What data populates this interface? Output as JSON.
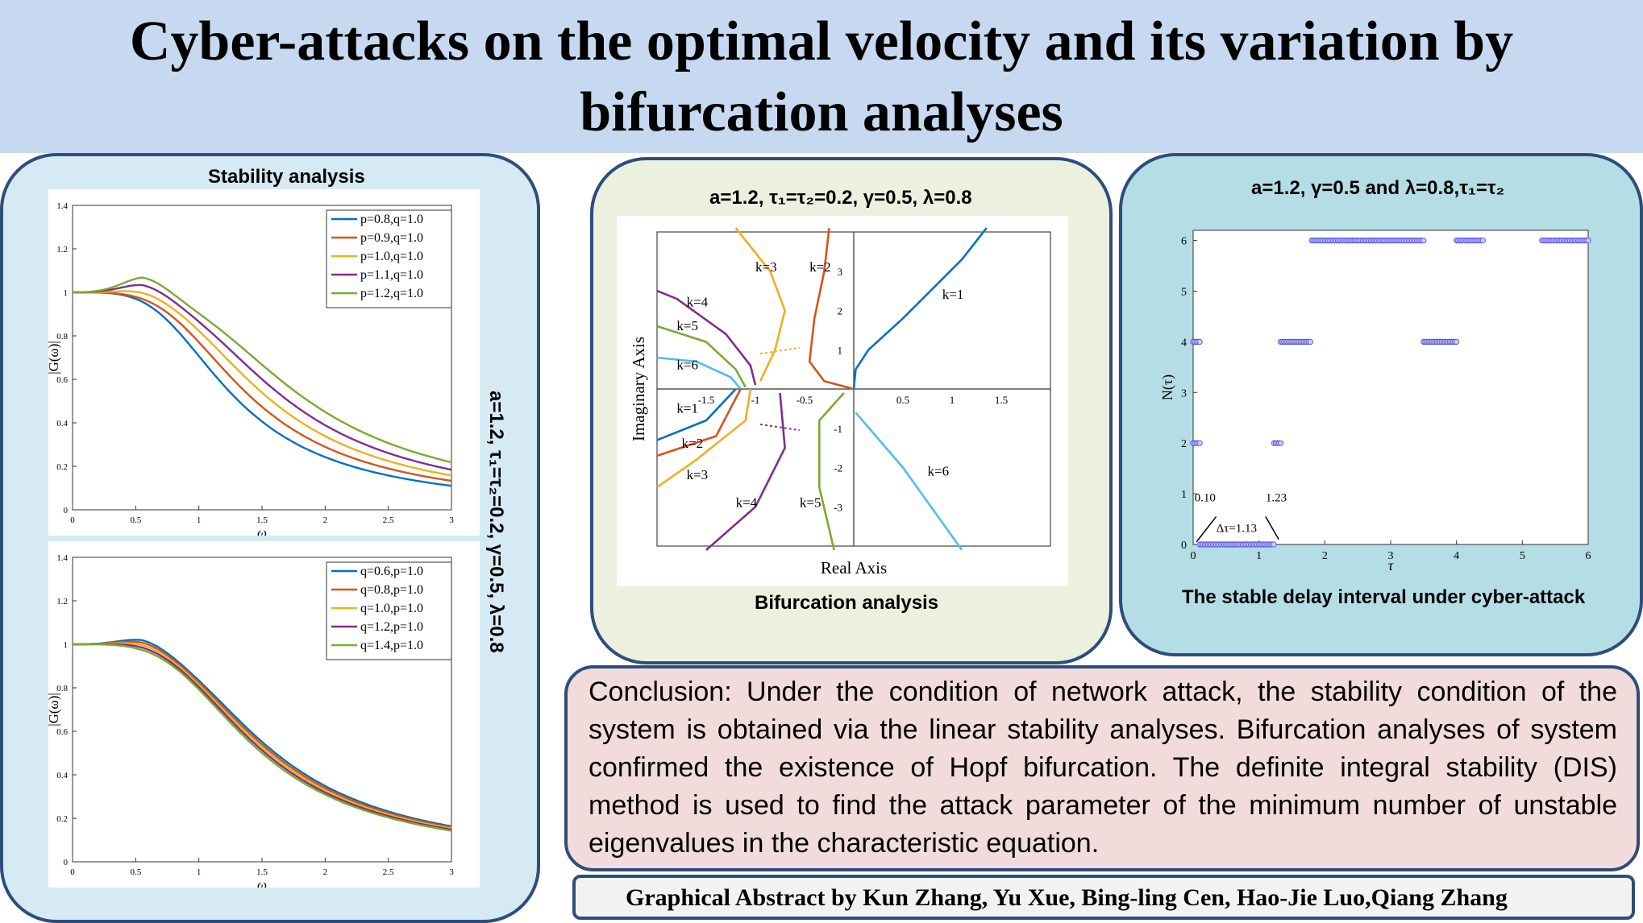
{
  "title": "Cyber-attacks on the optimal velocity and its variation by bifurcation analyses",
  "stability": {
    "heading": "Stability analysis",
    "side_label": "a=1.2, τ₁=τ₂=0.2, γ=0.5, λ=0.8",
    "top_chart": {
      "ylabel": "|G(ω)|",
      "xlabel": "ω",
      "legend": [
        "p=0.8,q=1.0",
        "p=0.9,q=1.0",
        "p=1.0,q=1.0",
        "p=1.1,q=1.0",
        "p=1.2,q=1.0"
      ]
    },
    "bottom_chart": {
      "ylabel": "|G(ω)|",
      "xlabel": "ω",
      "legend": [
        "q=0.6,p=1.0",
        "q=0.8,p=1.0",
        "q=1.0,p=1.0",
        "q=1.2,p=1.0",
        "q=1.4,p=1.0"
      ]
    }
  },
  "bifurcation": {
    "params": "a=1.2, τ₁=τ₂=0.2, γ=0.5, λ=0.8",
    "caption": "Bifurcation analysis",
    "xlabel": "Real Axis",
    "ylabel": "Imaginary Axis",
    "branch_labels": [
      "k=3",
      "k=2",
      "k=1",
      "k=4",
      "k=5",
      "k=6",
      "k=1",
      "k=2",
      "k=3",
      "k=4",
      "k=5",
      "k=6"
    ]
  },
  "delay": {
    "params": "a=1.2, γ=0.5 and λ=0.8,τ₁=τ₂",
    "caption": "The stable delay interval under cyber-attack",
    "xlabel": "τ",
    "ylabel": "N(τ)",
    "annotations": {
      "start": "0.10",
      "end": "1.23",
      "interval": "Δτ=1.13"
    }
  },
  "conclusion": "Conclusion: Under the condition of network attack, the stability condition of the system is obtained via the linear stability analyses. Bifurcation analyses of system confirmed the existence of Hopf bifurcation. The definite integral stability (DIS) method is used to find the attack parameter of the minimum number of unstable eigenvalues in the characteristic equation.",
  "footer": "Graphical Abstract by Kun Zhang, Yu Xue, Bing-ling Cen, Hao-Jie Luo,Qiang Zhang",
  "colors": {
    "series": [
      "#0072bd",
      "#d95319",
      "#edb120",
      "#7e2f8e",
      "#77ac30",
      "#4dbeee"
    ],
    "banner": "#c6d9f1",
    "border": "#2e4d7b"
  },
  "chart_data": [
    {
      "type": "line",
      "title": "",
      "xlabel": "ω",
      "ylabel": "|G(ω)|",
      "xlim": [
        0,
        3
      ],
      "ylim": [
        0,
        1.4
      ],
      "xticks": [
        0,
        0.5,
        1,
        1.5,
        2,
        2.5,
        3
      ],
      "yticks": [
        0,
        0.2,
        0.4,
        0.6,
        0.8,
        1,
        1.2,
        1.4
      ],
      "series": [
        {
          "name": "p=0.8,q=1.0",
          "peak": 1.0,
          "half": 1.0
        },
        {
          "name": "p=0.9,q=1.0",
          "peak": 1.0,
          "half": 1.1
        },
        {
          "name": "p=1.0,q=1.0",
          "peak": 1.02,
          "half": 1.2
        },
        {
          "name": "p=1.1,q=1.0",
          "peak": 1.05,
          "half": 1.3
        },
        {
          "name": "p=1.2,q=1.0",
          "peak": 1.08,
          "half": 1.42
        }
      ]
    },
    {
      "type": "line",
      "title": "",
      "xlabel": "ω",
      "ylabel": "|G(ω)|",
      "xlim": [
        0,
        3
      ],
      "ylim": [
        0,
        1.4
      ],
      "xticks": [
        0,
        0.5,
        1,
        1.5,
        2,
        2.5,
        3
      ],
      "yticks": [
        0,
        0.2,
        0.4,
        0.6,
        0.8,
        1,
        1.2,
        1.4
      ],
      "series": [
        {
          "name": "q=0.6,p=1.0",
          "peak": 1.04,
          "half": 1.22
        },
        {
          "name": "q=0.8,p=1.0",
          "peak": 1.03,
          "half": 1.2
        },
        {
          "name": "q=1.0,p=1.0",
          "peak": 1.02,
          "half": 1.18
        },
        {
          "name": "q=1.2,p=1.0",
          "peak": 1.01,
          "half": 1.16
        },
        {
          "name": "q=1.4,p=1.0",
          "peak": 1.0,
          "half": 1.14
        }
      ]
    },
    {
      "type": "line",
      "title": "a=1.2, τ₁=τ₂=0.2, γ=0.5, λ=0.8",
      "xlabel": "Real Axis",
      "ylabel": "Imaginary Axis",
      "xlim": [
        -2,
        2
      ],
      "ylim": [
        -4,
        4
      ],
      "xticks": [
        -1.5,
        -1,
        -0.5,
        0.5,
        1,
        1.5
      ],
      "yticks": [
        -3,
        -2,
        -1,
        1,
        2,
        3
      ]
    },
    {
      "type": "scatter",
      "title": "a=1.2, γ=0.5 and λ=0.8,τ₁=τ₂",
      "xlabel": "τ",
      "ylabel": "N(τ)",
      "xlim": [
        0,
        6
      ],
      "ylim": [
        0,
        6.2
      ],
      "xticks": [
        0,
        1,
        2,
        3,
        4,
        5,
        6
      ],
      "yticks": [
        0,
        1,
        2,
        3,
        4,
        5,
        6
      ],
      "segments": [
        {
          "x": [
            0.0,
            0.1
          ],
          "y": 2
        },
        {
          "x": [
            0.0,
            0.1
          ],
          "y": 4
        },
        {
          "x": [
            0.1,
            1.23
          ],
          "y": 0
        },
        {
          "x": [
            1.23,
            1.33
          ],
          "y": 2
        },
        {
          "x": [
            1.33,
            1.8
          ],
          "y": 4
        },
        {
          "x": [
            1.8,
            3.5
          ],
          "y": 6
        },
        {
          "x": [
            3.5,
            4.0
          ],
          "y": 4
        },
        {
          "x": [
            4.0,
            4.4
          ],
          "y": 6
        },
        {
          "x": [
            5.3,
            6.0
          ],
          "y": 6
        }
      ]
    }
  ]
}
